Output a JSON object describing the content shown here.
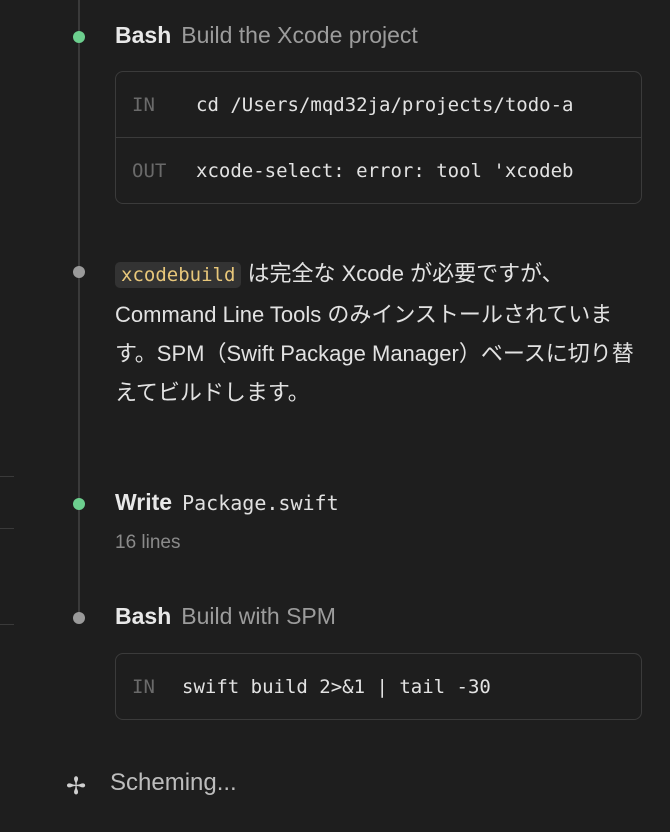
{
  "steps": [
    {
      "tool": "Bash",
      "description": "Build the Xcode project",
      "status": "success",
      "status_color": "#6ccf8e",
      "io": [
        {
          "label": "IN",
          "text": "cd /Users/mqd32ja/projects/todo-a"
        },
        {
          "label": "OUT",
          "text": "xcode-select: error: tool 'xcodeb"
        }
      ]
    },
    {
      "message": {
        "code": "xcodebuild",
        "text": " は完全な Xcode が必要ですが、Command Line Tools のみインストールされています。SPM（Swift Package Manager）ベースに切り替えてビルドします。"
      }
    },
    {
      "tool": "Write",
      "file": "Package.swift",
      "summary": "16 lines",
      "status": "success",
      "status_color": "#6ccf8e"
    },
    {
      "tool": "Bash",
      "description": "Build with SPM",
      "status": "running",
      "status_color": "#9a9a9a",
      "io": [
        {
          "label": "IN",
          "text": "swift build 2>&1 | tail -30"
        }
      ]
    }
  ],
  "footer": {
    "icon": "spinner-icon",
    "status": "Scheming..."
  }
}
